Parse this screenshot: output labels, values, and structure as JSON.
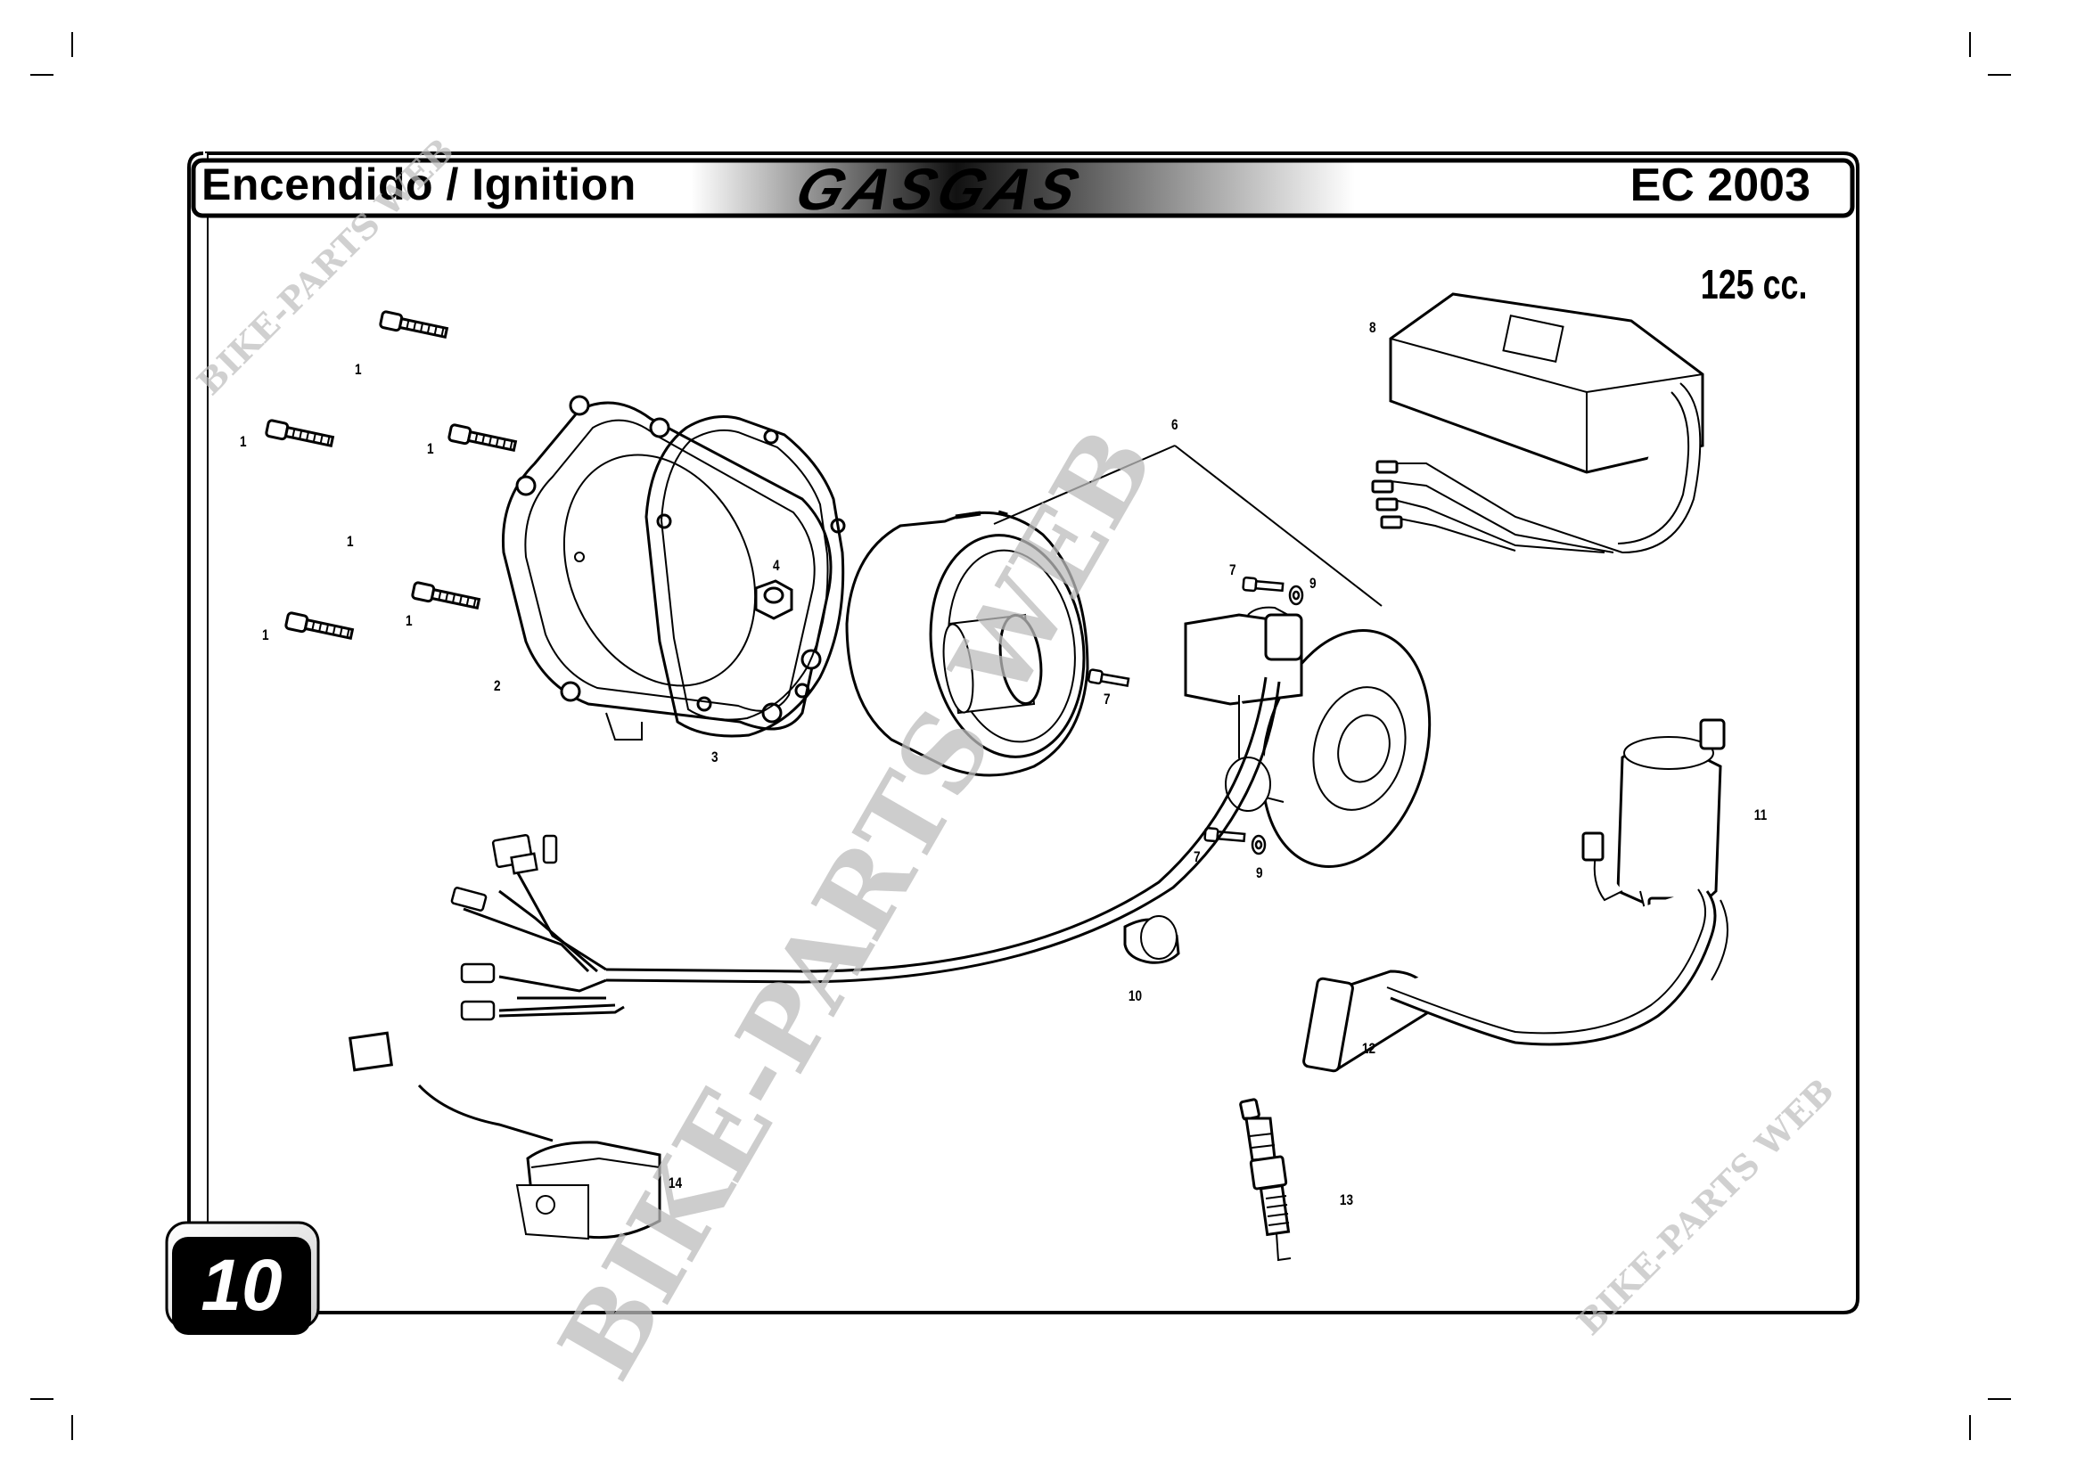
{
  "header": {
    "title": "Encendido / Ignition",
    "brand": "GASGAS",
    "model": "EC 2003"
  },
  "subtitle": "125 cc.",
  "page_number": "10",
  "watermarks": {
    "large": "BIKE-PARTS WEB",
    "small_top_left": "BIKE-PARTS WEB",
    "small_bottom_right": "BIKE-PARTS WEB"
  },
  "callouts": [
    "1",
    "1",
    "1",
    "1",
    "1",
    "1",
    "2",
    "3",
    "4",
    "6",
    "7",
    "7",
    "7",
    "8",
    "9",
    "9",
    "10",
    "11",
    "12",
    "13",
    "14"
  ]
}
